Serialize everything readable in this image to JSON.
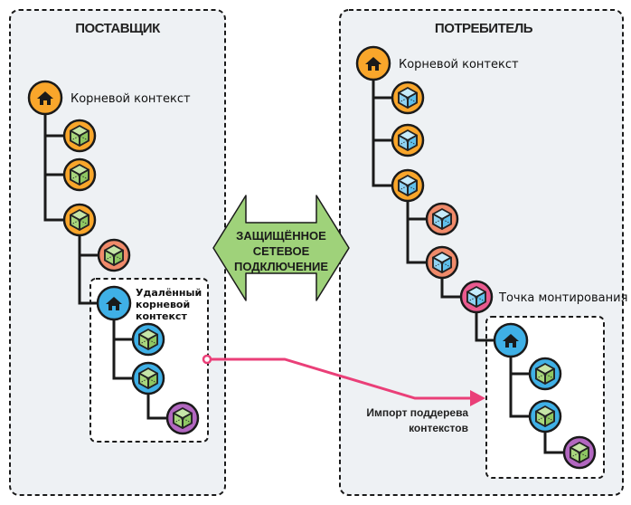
{
  "provider": {
    "title": "ПОСТАВЩИК",
    "root_label": "Корневой контекст",
    "remote_root_label": [
      "Удалённый",
      "корневой",
      "контекст"
    ]
  },
  "consumer": {
    "title": "ПОТРЕБИТЕЛЬ",
    "root_label": "Корневой контекст",
    "mount_label": "Точка монтирования",
    "import_label": [
      "Импорт поддерева",
      "контекстов"
    ]
  },
  "connection": {
    "label": [
      "ЗАЩИЩЁННОЕ",
      "СЕТЕВОЕ",
      "ПОДКЛЮЧЕНИЕ"
    ]
  },
  "colors": {
    "orange": "#f9a62b",
    "salmon": "#f08a6a",
    "blue": "#3fb0e6",
    "purple": "#b267c0",
    "pink": "#ea5a8f",
    "green_cube": "#a8d77d",
    "blue_cube": "#8fd3f3",
    "arrow_green": "#9fd27a",
    "import_arrow": "#ea3f78",
    "panel_bg": "#eef1f4"
  },
  "legend_icons": {
    "root": "home-icon",
    "context": "cube-icon"
  }
}
